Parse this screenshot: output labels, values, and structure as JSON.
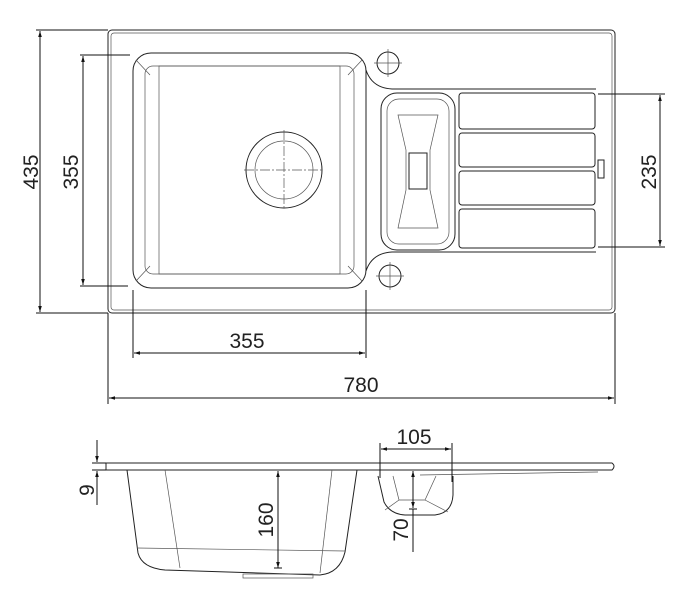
{
  "drawing": {
    "dimensions": {
      "overall_depth": "435",
      "bowl_depth": "355",
      "drainer_width": "235",
      "bowl_width": "355",
      "overall_width": "780",
      "small_bowl_width": "105",
      "plate_thickness": "9",
      "bowl_height": "160",
      "small_bowl_height": "70"
    },
    "line_color": "#222222"
  }
}
